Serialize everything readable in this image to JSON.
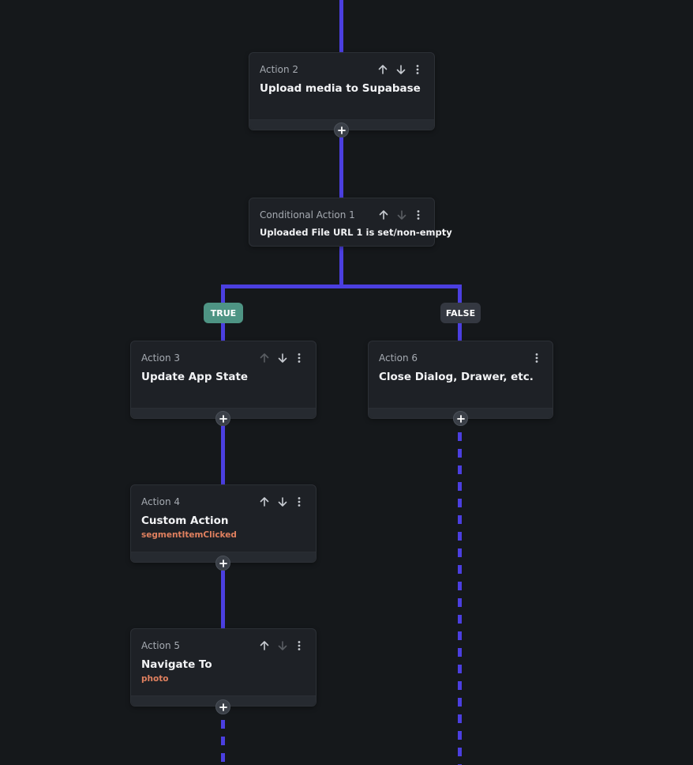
{
  "colors": {
    "connector": "#4b3fe0",
    "true_badge": "#4e9484",
    "false_badge": "#343841",
    "subtitle": "#e0805f"
  },
  "action2": {
    "label": "Action 2",
    "title": "Upload media to Supabase"
  },
  "conditional1": {
    "label": "Conditional Action 1",
    "title": "Uploaded File URL 1 is set/non-empty"
  },
  "branches": {
    "true_label": "TRUE",
    "false_label": "FALSE"
  },
  "action3": {
    "label": "Action 3",
    "title": "Update App State"
  },
  "action4": {
    "label": "Action 4",
    "title": "Custom Action",
    "subtitle": "segmentItemClicked"
  },
  "action5": {
    "label": "Action 5",
    "title": "Navigate To",
    "subtitle": "photo"
  },
  "action6": {
    "label": "Action 6",
    "title": "Close Dialog, Drawer, etc."
  },
  "icons": {
    "up": "arrow-up-icon",
    "down": "arrow-down-icon",
    "more": "more-vertical-icon",
    "add": "plus-icon"
  }
}
